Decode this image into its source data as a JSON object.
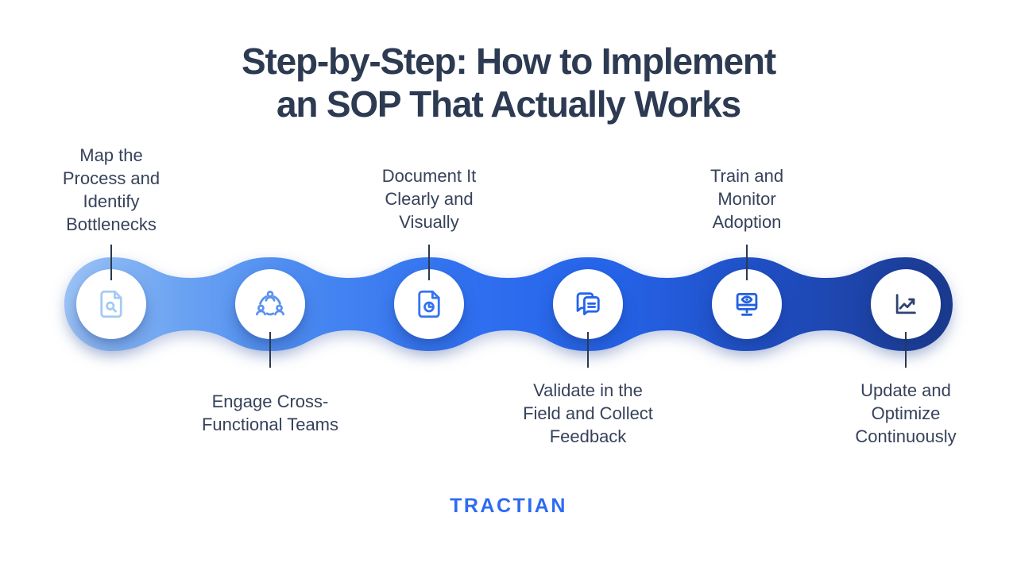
{
  "title": {
    "line1": "Step-by-Step: How to Implement",
    "line2": "an SOP That Actually Works"
  },
  "steps": [
    {
      "index": 1,
      "label": "Map the Process and Identify Bottlenecks",
      "label_lines": "Map the\nProcess and\nIdentify\nBottlenecks",
      "label_position": "above",
      "icon": "file-search-icon",
      "icon_color": "#a6caf5"
    },
    {
      "index": 2,
      "label": "Engage Cross-Functional Teams",
      "label_lines": "Engage Cross-\nFunctional Teams",
      "label_position": "below",
      "icon": "team-icon",
      "icon_color": "#5b92f0"
    },
    {
      "index": 3,
      "label": "Document It Clearly and Visually",
      "label_lines": "Document It\nClearly and\nVisually",
      "label_position": "above",
      "icon": "file-clock-icon",
      "icon_color": "#3574f1"
    },
    {
      "index": 4,
      "label": "Validate in the Field and Collect Feedback",
      "label_lines": "Validate in the\nField and Collect\nFeedback",
      "label_position": "below",
      "icon": "chat-bubbles-icon",
      "icon_color": "#2563eb"
    },
    {
      "index": 5,
      "label": "Train and Monitor Adoption",
      "label_lines": "Train and\nMonitor\nAdoption",
      "label_position": "above",
      "icon": "monitor-eye-icon",
      "icon_color": "#2360e0"
    },
    {
      "index": 6,
      "label": "Update and Optimize Continuously",
      "label_lines": "Update and\nOptimize\nContinuously",
      "label_position": "below",
      "icon": "trend-chart-icon",
      "icon_color": "#2e4370"
    }
  ],
  "ribbon": {
    "gradient": [
      "#9cc3f6",
      "#6ba3f2",
      "#4484f1",
      "#2f6ff0",
      "#2563e8",
      "#1f4dc0",
      "#1b3a8f"
    ]
  },
  "brand": {
    "logo_text": "TRACTIAN",
    "logo_color": "#2e6bf2"
  },
  "colors": {
    "background": "#ffffff",
    "title_text": "#2c3a52",
    "label_text": "#36425a",
    "connector": "#2b3950",
    "node_fill": "#ffffff"
  }
}
